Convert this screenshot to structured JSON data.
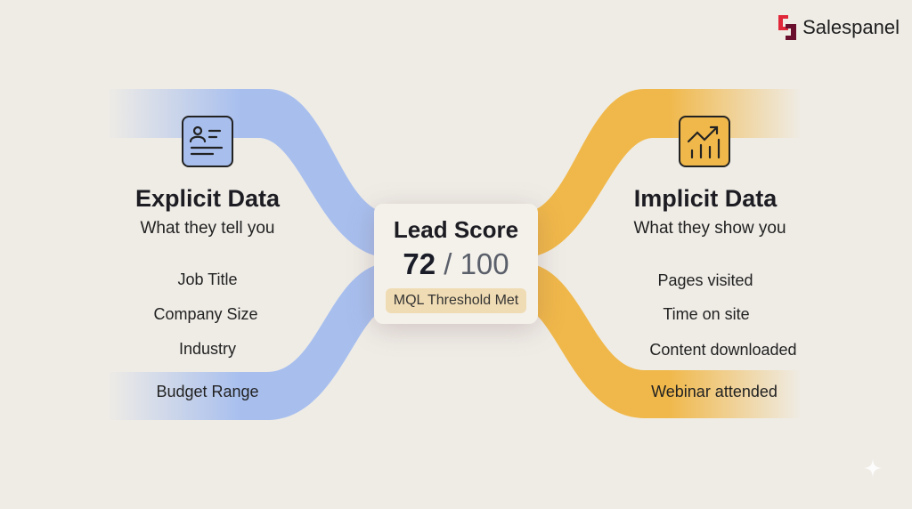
{
  "brand": {
    "name": "Salespanel"
  },
  "colors": {
    "explicit": "#a8bfee",
    "implicit": "#f0b84a",
    "background": "#efece6"
  },
  "explicit": {
    "icon": "contact-card-icon",
    "title": "Explicit Data",
    "subtitle": "What they tell you",
    "items": [
      "Job Title",
      "Company Size",
      "Industry",
      "Budget Range"
    ]
  },
  "implicit": {
    "icon": "trending-chart-icon",
    "title": "Implicit Data",
    "subtitle": "What they show you",
    "items": [
      "Pages visited",
      "Time on site",
      "Content downloaded",
      "Webinar attended"
    ]
  },
  "card": {
    "title": "Lead Score",
    "score": "72",
    "max": "/ 100",
    "score_value": 72,
    "score_max": 100,
    "badge": "MQL Threshold Met"
  }
}
